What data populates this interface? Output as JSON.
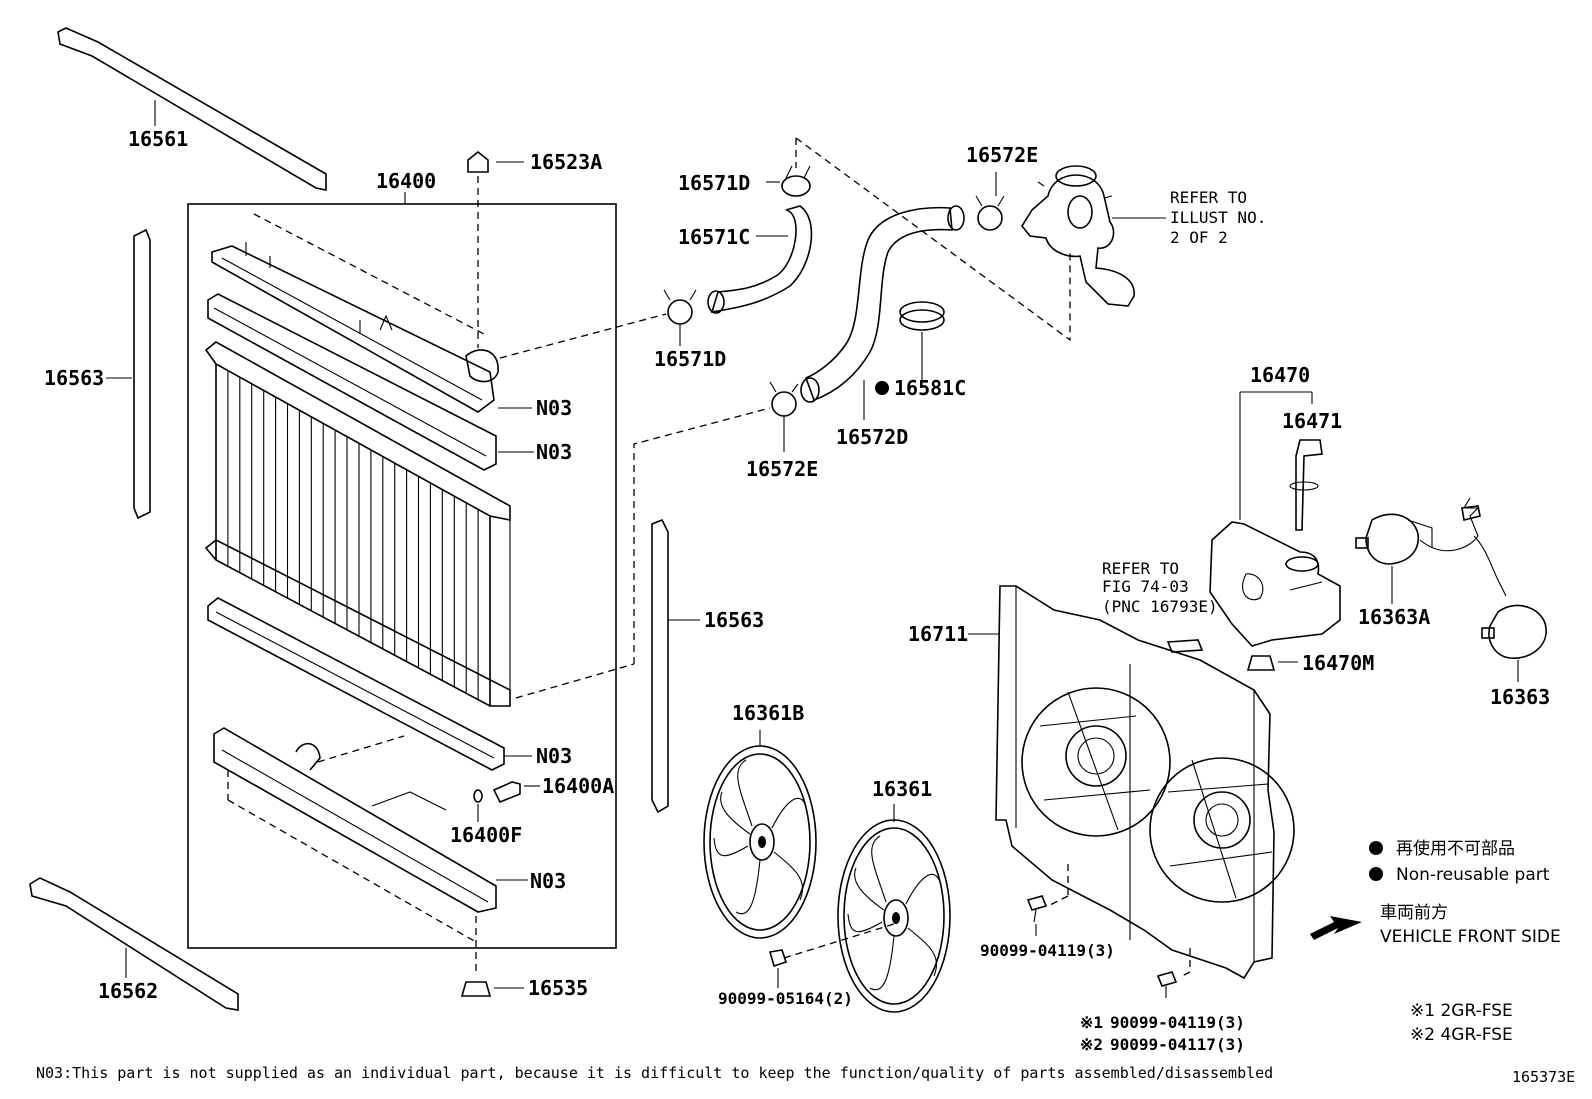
{
  "labels": {
    "p16561": "16561",
    "p16400": "16400",
    "p16523A": "16523A",
    "p16563_left": "16563",
    "p16563_right": "16563",
    "n03_1": "N03",
    "n03_2": "N03",
    "n03_3": "N03",
    "n03_4": "N03",
    "p16400A": "16400A",
    "p16400F": "16400F",
    "p16562": "16562",
    "p16535": "16535",
    "p16571D_top": "16571D",
    "p16571C": "16571C",
    "p16571D_bottom": "16571D",
    "p16572E_top": "16572E",
    "p16572E_bottom": "16572E",
    "p16572D": "16572D",
    "p16581C": "16581C",
    "p16470": "16470",
    "p16471": "16471",
    "p16470M": "16470M",
    "p16363A": "16363A",
    "p16363": "16363",
    "p16711": "16711",
    "p16361B": "16361B",
    "p16361": "16361",
    "p90099_05164": "90099-05164(2)",
    "p90099_04119": "90099-04119(3)"
  },
  "refer_illust": [
    "REFER TO",
    "ILLUST NO.",
    "2 OF 2"
  ],
  "refer_fig": [
    "REFER TO",
    "FIG 74-03",
    "(PNC 16793E)"
  ],
  "engine_notes": [
    {
      "mark": "※1",
      "part": "90099-04119(3)"
    },
    {
      "mark": "※2",
      "part": "90099-04117(3)"
    }
  ],
  "legend": {
    "non_reusable_jp": "再使用不可部品",
    "non_reusable_en": "Non-reusable part",
    "front_jp": "車両前方",
    "front_en": "VEHICLE FRONT SIDE"
  },
  "engines": [
    "※1 2GR-FSE",
    "※2 4GR-FSE"
  ],
  "footnote": "N03:This part is not supplied as an individual part, because it is difficult to keep the function/quality of parts assembled/disassembled",
  "illustration_number": "165373E"
}
